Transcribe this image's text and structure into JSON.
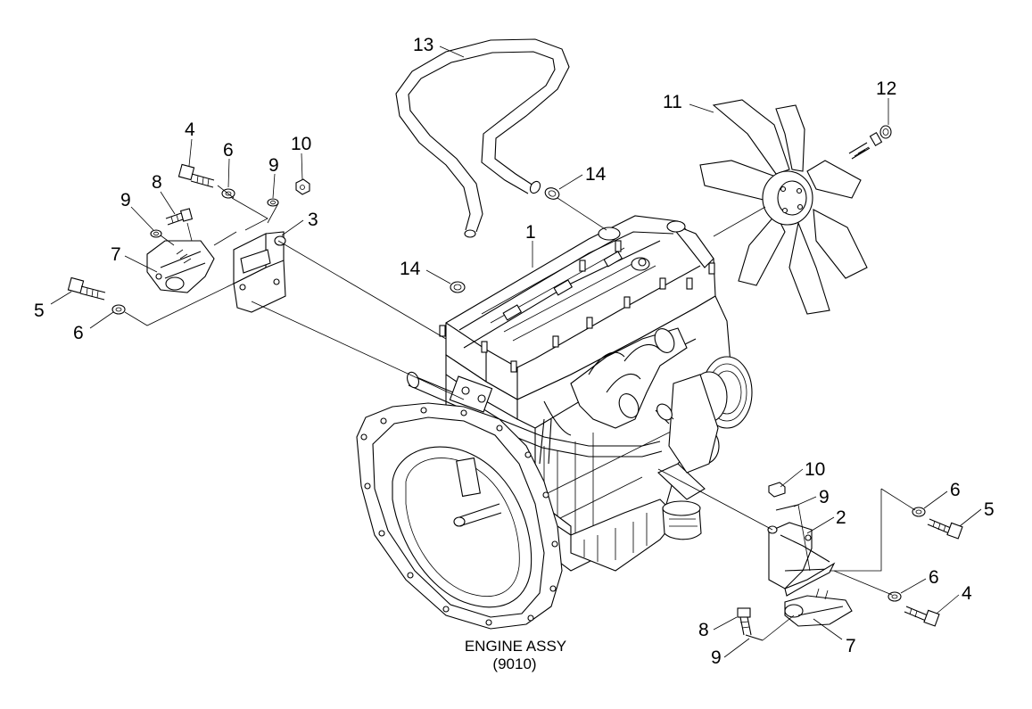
{
  "diagram": {
    "caption": {
      "line1": "ENGINE ASSY",
      "line2": "(9010)"
    },
    "callouts": [
      {
        "id": "c13",
        "label": "13"
      },
      {
        "id": "c11",
        "label": "11"
      },
      {
        "id": "c12",
        "label": "12"
      },
      {
        "id": "c14a",
        "label": "14"
      },
      {
        "id": "c14b",
        "label": "14"
      },
      {
        "id": "c1",
        "label": "1"
      },
      {
        "id": "c4a",
        "label": "4"
      },
      {
        "id": "c6a",
        "label": "6"
      },
      {
        "id": "c9a",
        "label": "9"
      },
      {
        "id": "c10a",
        "label": "10"
      },
      {
        "id": "c8a",
        "label": "8"
      },
      {
        "id": "c9b",
        "label": "9"
      },
      {
        "id": "c3",
        "label": "3"
      },
      {
        "id": "c7a",
        "label": "7"
      },
      {
        "id": "c5a",
        "label": "5"
      },
      {
        "id": "c6b",
        "label": "6"
      },
      {
        "id": "c10b",
        "label": "10"
      },
      {
        "id": "c9c",
        "label": "9"
      },
      {
        "id": "c6c",
        "label": "6"
      },
      {
        "id": "c5b",
        "label": "5"
      },
      {
        "id": "c2",
        "label": "2"
      },
      {
        "id": "c6d",
        "label": "6"
      },
      {
        "id": "c4b",
        "label": "4"
      },
      {
        "id": "c8b",
        "label": "8"
      },
      {
        "id": "c7b",
        "label": "7"
      },
      {
        "id": "c9d",
        "label": "9"
      }
    ]
  }
}
